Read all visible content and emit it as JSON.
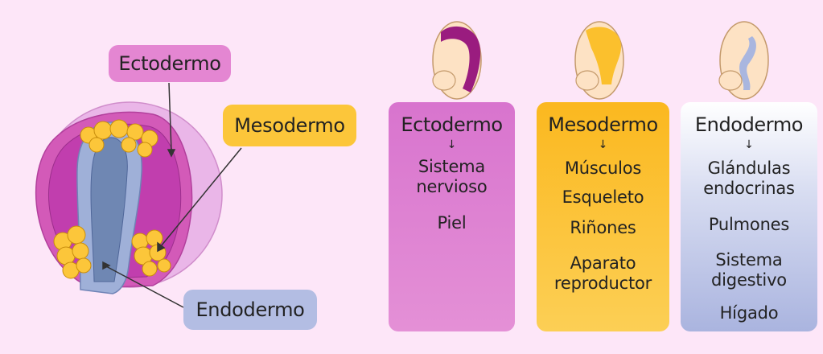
{
  "labels": {
    "ectodermo": "Ectodermo",
    "mesodermo": "Mesodermo",
    "endodermo": "Endodermo"
  },
  "cards": [
    {
      "title": "Ectodermo",
      "arrow": "↓",
      "items": [
        "Sistema nervioso",
        "Piel"
      ]
    },
    {
      "title": "Mesodermo",
      "arrow": "↓",
      "items": [
        "Músculos",
        "Esqueleto",
        "Riñones",
        "Aparato reproductor"
      ]
    },
    {
      "title": "Endodermo",
      "arrow": "↓",
      "items": [
        "Glándulas endocrinas",
        "Pulmones",
        "Sistema digestivo",
        "Hígado"
      ]
    }
  ],
  "colors": {
    "background": "#fde6f8",
    "ectodermo": "#d874ce",
    "mesodermo": "#fbb81f",
    "endodermo": "#aab4df"
  }
}
